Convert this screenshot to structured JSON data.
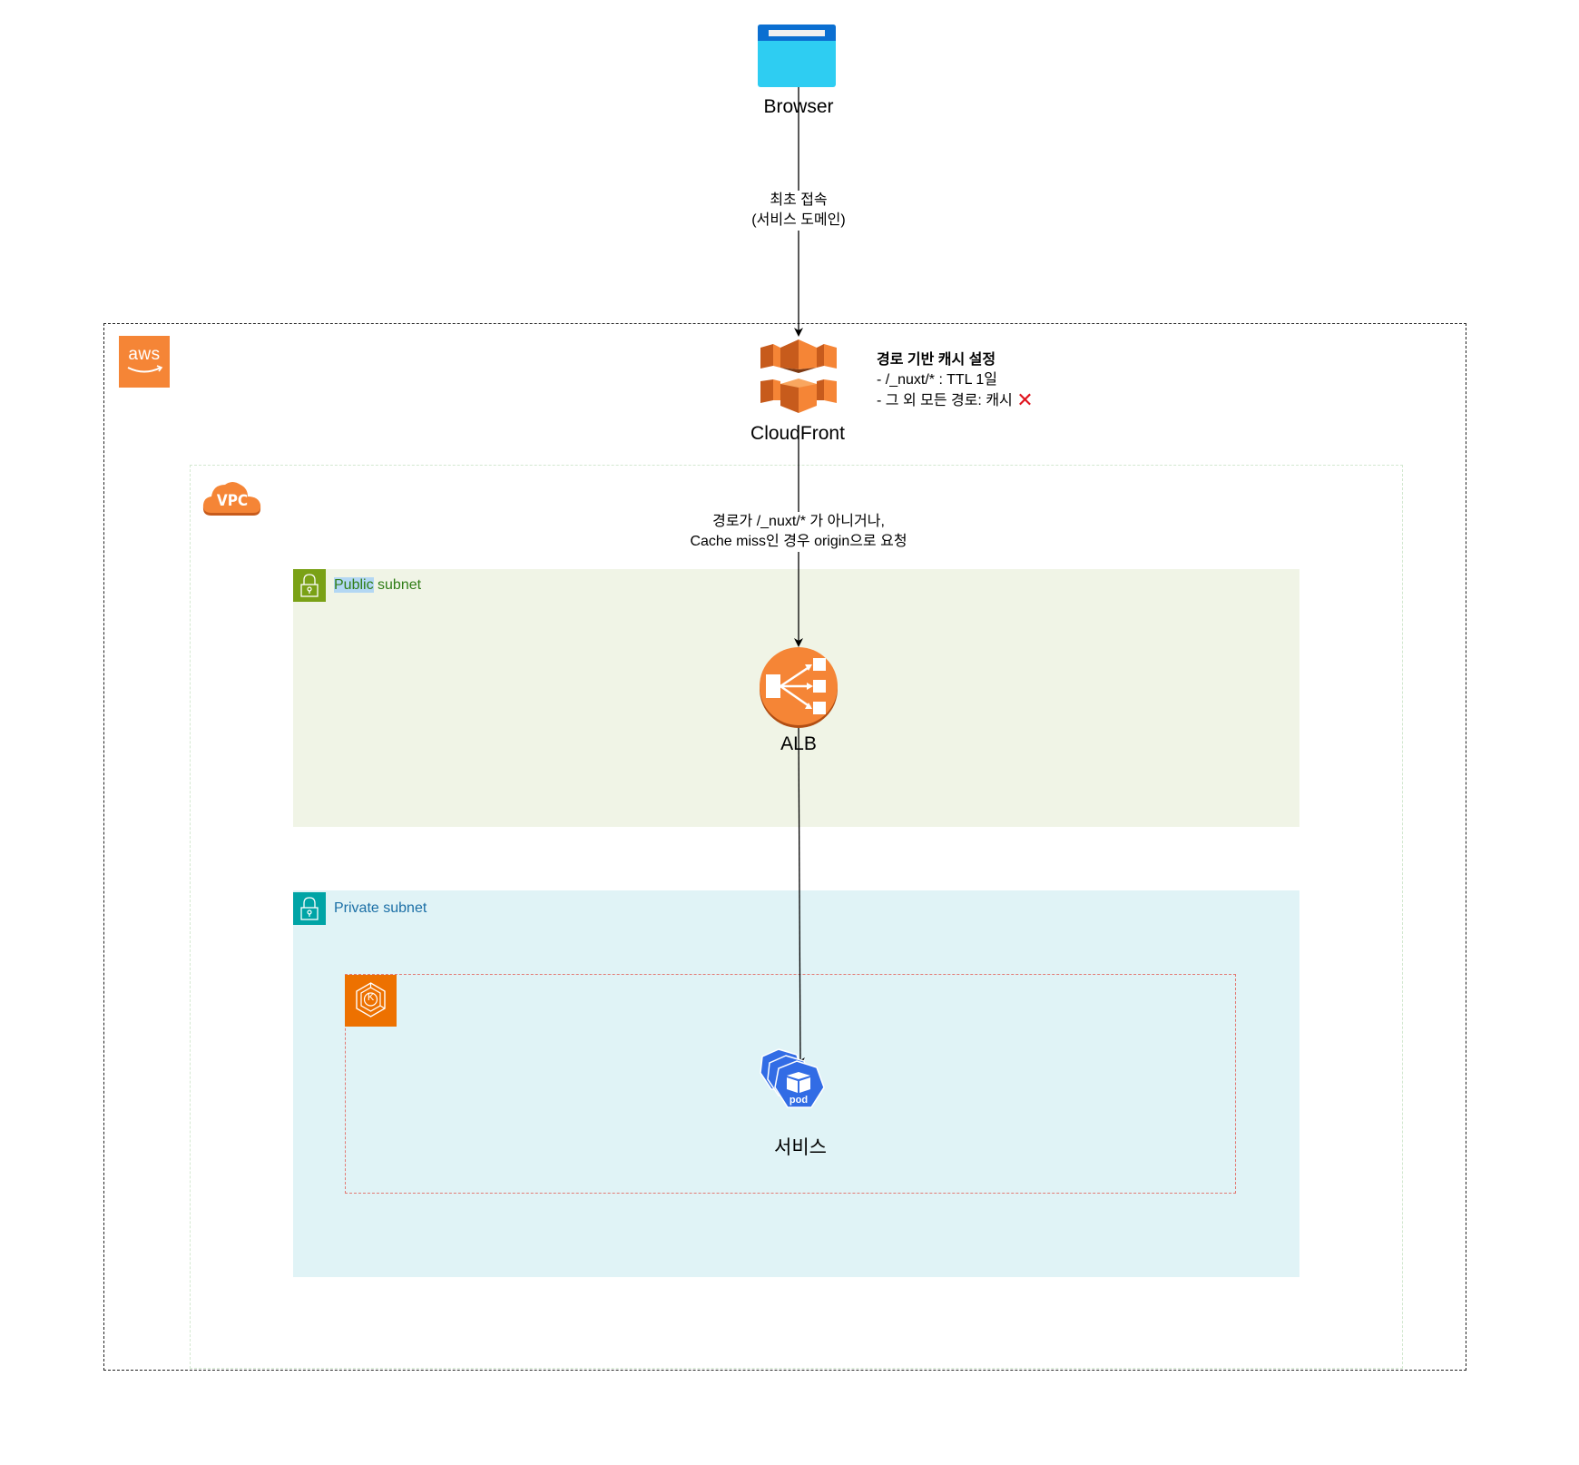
{
  "nodes": {
    "browser": {
      "label": "Browser",
      "icon": "browser-window-icon"
    },
    "cloudfront": {
      "label": "CloudFront",
      "icon": "cloudfront-icon"
    },
    "alb": {
      "label": "ALB",
      "icon": "load-balancer-icon"
    },
    "service": {
      "label": "서비스",
      "icon": "kubernetes-pod-icon",
      "pod_text": "pod"
    }
  },
  "groups": {
    "aws_cloud": {
      "icon": "aws-logo-icon",
      "logo_text": "aws"
    },
    "vpc": {
      "icon": "vpc-cloud-icon",
      "logo_text": "VPC"
    },
    "public_subnet": {
      "label_highlighted": "Public",
      "label_rest": " subnet",
      "icon": "lock-icon"
    },
    "private_subnet": {
      "label": "Private subnet",
      "icon": "lock-icon"
    },
    "eks_cluster": {
      "icon": "eks-icon",
      "logo_text": "K"
    }
  },
  "edges": {
    "browser_to_cloudfront": {
      "line1": "최초 접속",
      "line2": "(서비스 도메인)"
    },
    "cloudfront_to_alb": {
      "line1": "경로가 /_nuxt/* 가 아니거나,",
      "line2": "Cache miss인 경우 origin으로 요청"
    }
  },
  "note": {
    "title": "경로 기반 캐시 설정",
    "line1": "- /_nuxt/* : TTL 1일",
    "line2": "- 그 외 모든 경로: 캐시",
    "line2_symbol": "✕"
  },
  "colors": {
    "aws_orange": "#f58536",
    "public_green": "#7aa116",
    "private_teal": "#00a4a6",
    "eks_orange": "#ed7100",
    "k8s_blue": "#326ce5",
    "browser_blue": "#2ecdf2"
  }
}
